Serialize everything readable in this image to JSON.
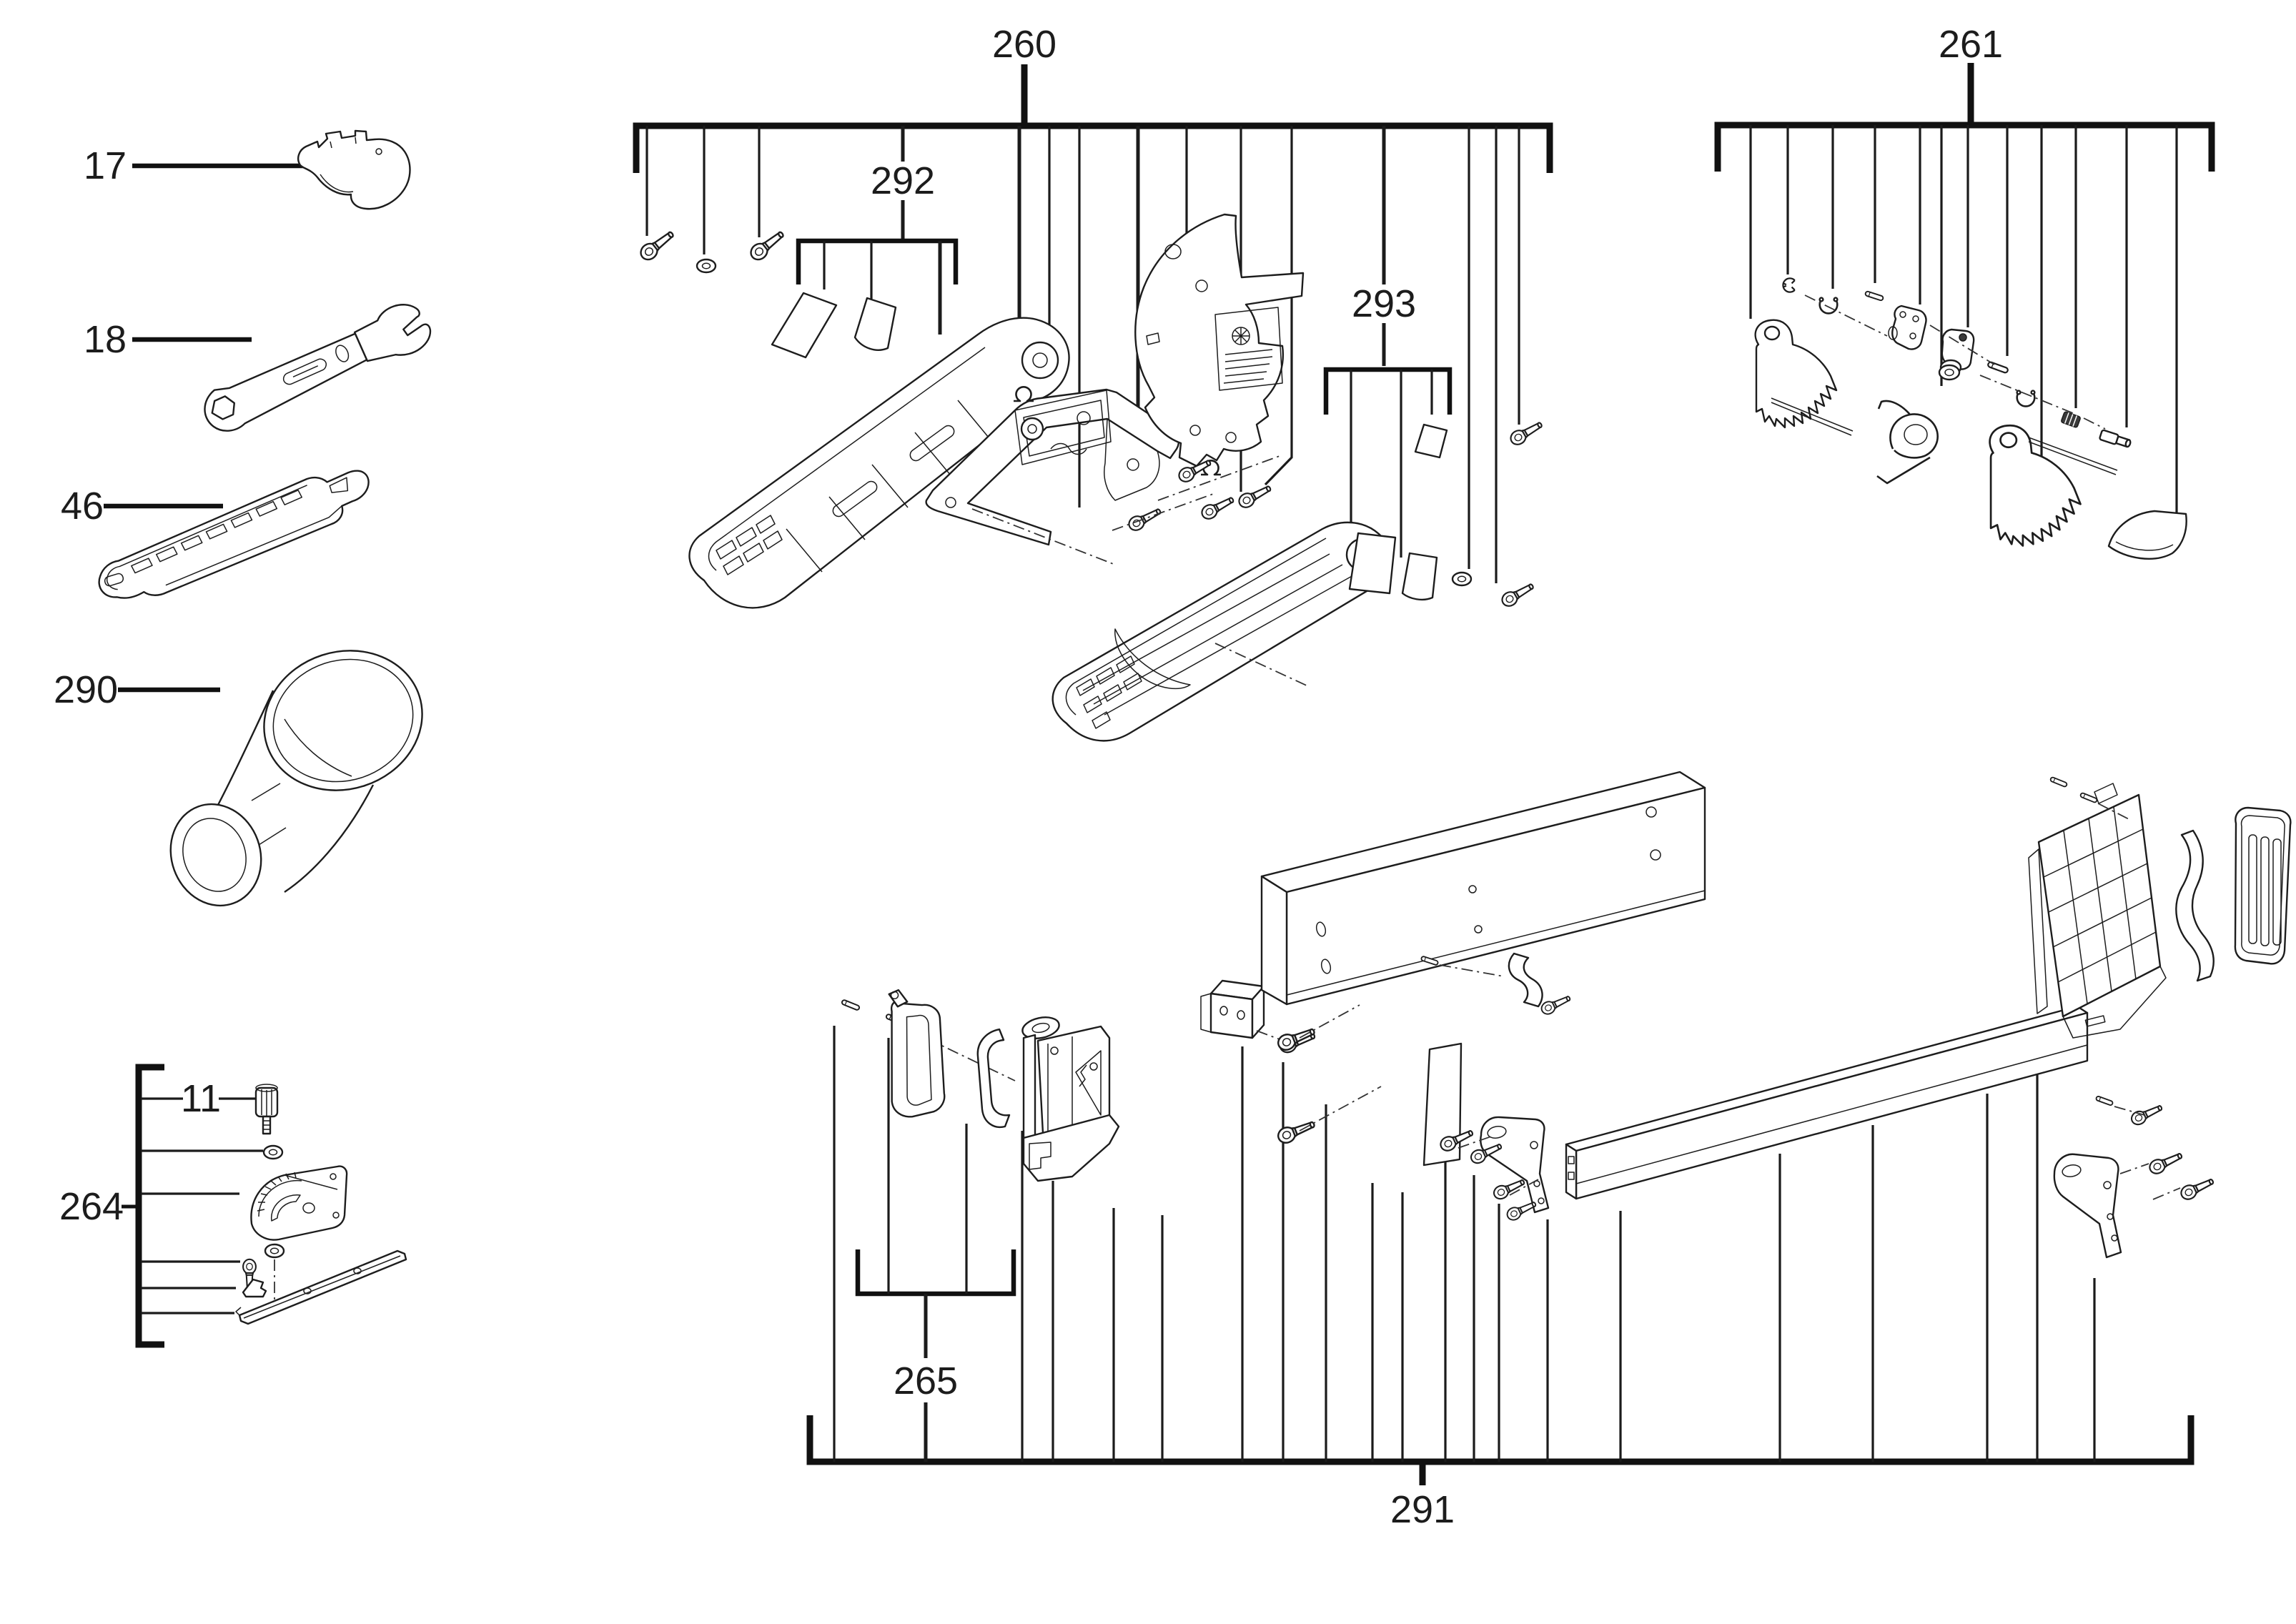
{
  "diagram": {
    "background": "#ffffff",
    "ink": "#1c1c1c",
    "callouts": [
      {
        "id": "17",
        "label": "17"
      },
      {
        "id": "18",
        "label": "18"
      },
      {
        "id": "46",
        "label": "46"
      },
      {
        "id": "290",
        "label": "290"
      },
      {
        "id": "264",
        "label": "264"
      },
      {
        "id": "11",
        "label": "11"
      },
      {
        "id": "260",
        "label": "260"
      },
      {
        "id": "292",
        "label": "292"
      },
      {
        "id": "293",
        "label": "293"
      },
      {
        "id": "261",
        "label": "261"
      },
      {
        "id": "265",
        "label": "265"
      },
      {
        "id": "291",
        "label": "291"
      }
    ]
  }
}
